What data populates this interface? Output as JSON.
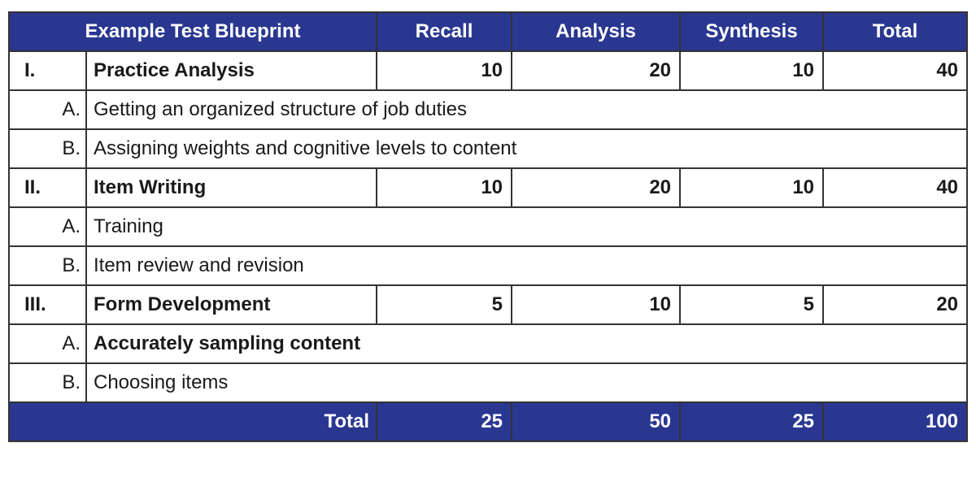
{
  "header": {
    "title": "Example Test Blueprint",
    "recall": "Recall",
    "analysis": "Analysis",
    "synthesis": "Synthesis",
    "total": "Total"
  },
  "sections": [
    {
      "numeral": "I.",
      "title": "Practice Analysis",
      "recall": "10",
      "analysis": "20",
      "synthesis": "10",
      "total": "40",
      "items": [
        {
          "letter": "A.",
          "text": "Getting an organized structure of job duties"
        },
        {
          "letter": "B.",
          "text": "Assigning weights and cognitive levels to content"
        }
      ]
    },
    {
      "numeral": "II.",
      "title": "Item Writing",
      "recall": "10",
      "analysis": "20",
      "synthesis": "10",
      "total": "40",
      "items": [
        {
          "letter": "A.",
          "text": "Training"
        },
        {
          "letter": "B.",
          "text": "Item review and revision"
        }
      ]
    },
    {
      "numeral": "III.",
      "title": "Form Development",
      "recall": "5",
      "analysis": "10",
      "synthesis": "5",
      "total": "20",
      "items": [
        {
          "letter": "A.",
          "text": "Accurately sampling content"
        },
        {
          "letter": "B.",
          "text": "Choosing items"
        }
      ]
    }
  ],
  "totals": {
    "label": "Total",
    "recall": "25",
    "analysis": "50",
    "synthesis": "25",
    "total": "100"
  },
  "colors": {
    "header_bg": "#2a3791",
    "header_text": "#ffffff"
  }
}
